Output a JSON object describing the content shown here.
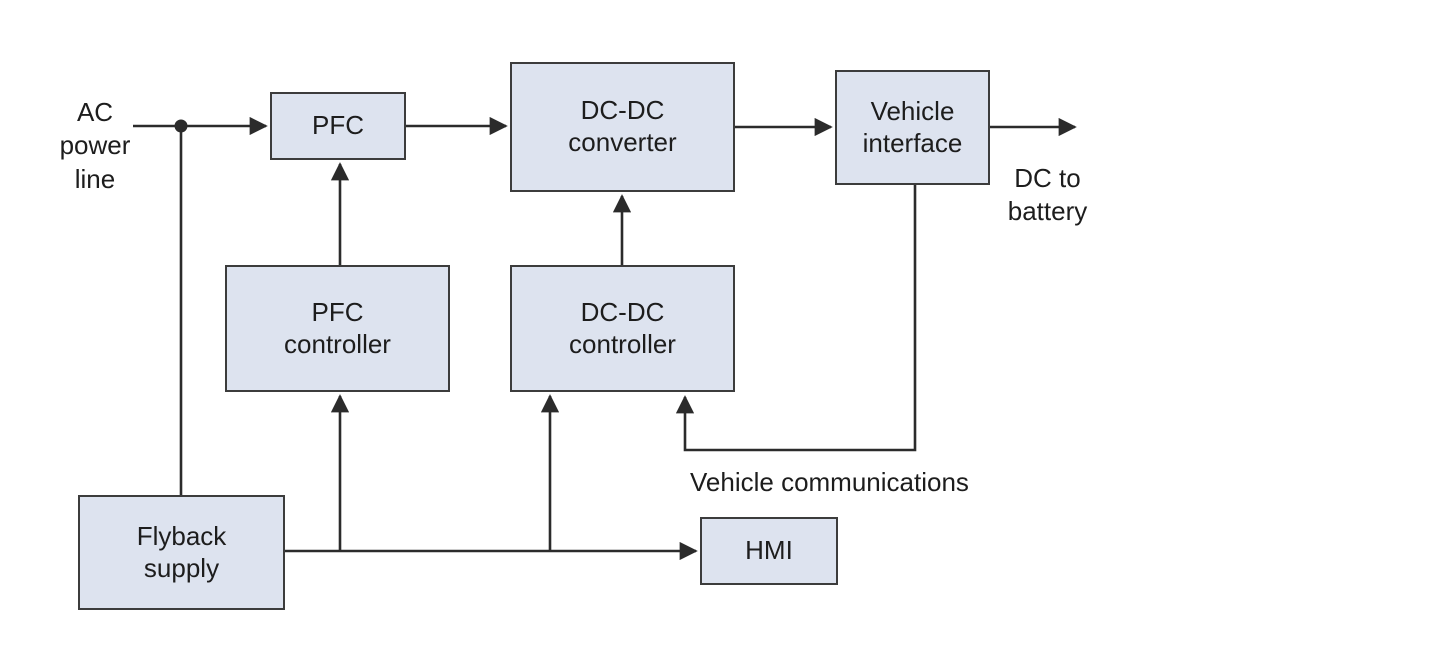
{
  "diagram": {
    "title": "EV charger power architecture block diagram",
    "nodes": {
      "pfc": "PFC",
      "dcdc_converter": "DC-DC\nconverter",
      "vehicle_interface": "Vehicle\ninterface",
      "pfc_controller": "PFC\ncontroller",
      "dcdc_controller": "DC-DC\ncontroller",
      "flyback_supply": "Flyback\nsupply",
      "hmi": "HMI"
    },
    "labels": {
      "ac_power_line": "AC\npower\nline",
      "dc_to_battery": "DC to\nbattery",
      "vehicle_communications": "Vehicle communications"
    },
    "colors": {
      "node_fill": "#dde3ef",
      "node_border": "#3c3c3c",
      "line": "#2b2b2b",
      "text": "#1d1d1d"
    }
  }
}
